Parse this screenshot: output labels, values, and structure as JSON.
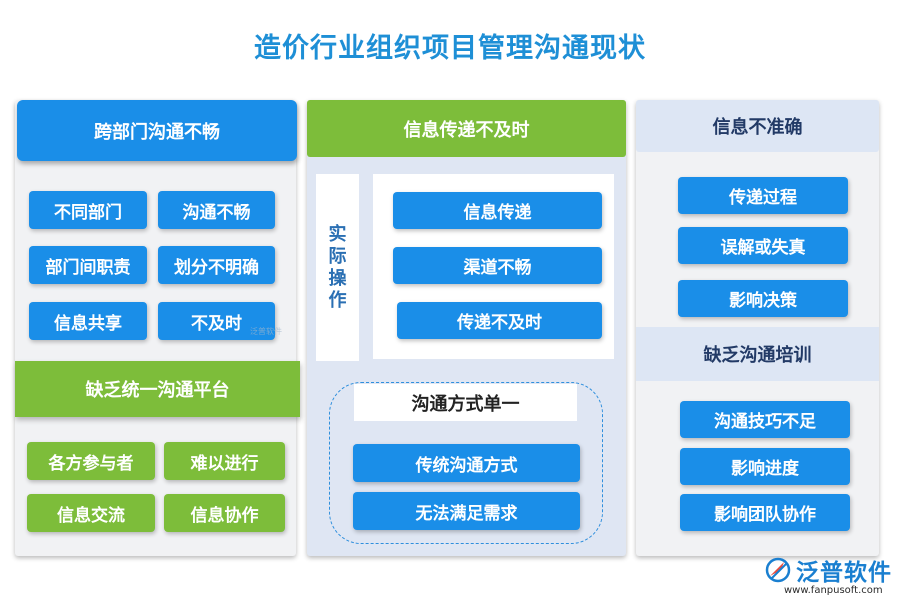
{
  "title": "造价行业组织项目管理沟通现状",
  "left": {
    "header": "跨部门沟通不畅",
    "items": [
      "不同部门",
      "沟通不畅",
      "部门间职责",
      "划分不明确",
      "信息共享",
      "不及时"
    ],
    "section2_header": "缺乏统一沟通平台",
    "section2_items": [
      "各方参与者",
      "难以进行",
      "信息交流",
      "信息协作"
    ]
  },
  "middle": {
    "header": "信息传递不及时",
    "side_label": [
      "实",
      "际",
      "操",
      "作"
    ],
    "items": [
      "信息传递",
      "渠道不畅",
      "传递不及时"
    ],
    "section2_header": "沟通方式单一",
    "section2_items": [
      "传统沟通方式",
      "无法满足需求"
    ]
  },
  "right": {
    "header": "信息不准确",
    "items": [
      "传递过程",
      "误解或失真",
      "影响决策"
    ],
    "section2_header": "缺乏沟通培训",
    "section2_items": [
      "沟通技巧不足",
      "影响进度",
      "影响团队协作"
    ]
  },
  "logo": {
    "name": "泛普软件",
    "url": "www.fanpusoft.com"
  },
  "watermark": "泛普软件",
  "colors": {
    "blue": "#1a8ee8",
    "green": "#7dbd3a",
    "title": "#1e8fd6",
    "panel": "#f1f2f4"
  }
}
